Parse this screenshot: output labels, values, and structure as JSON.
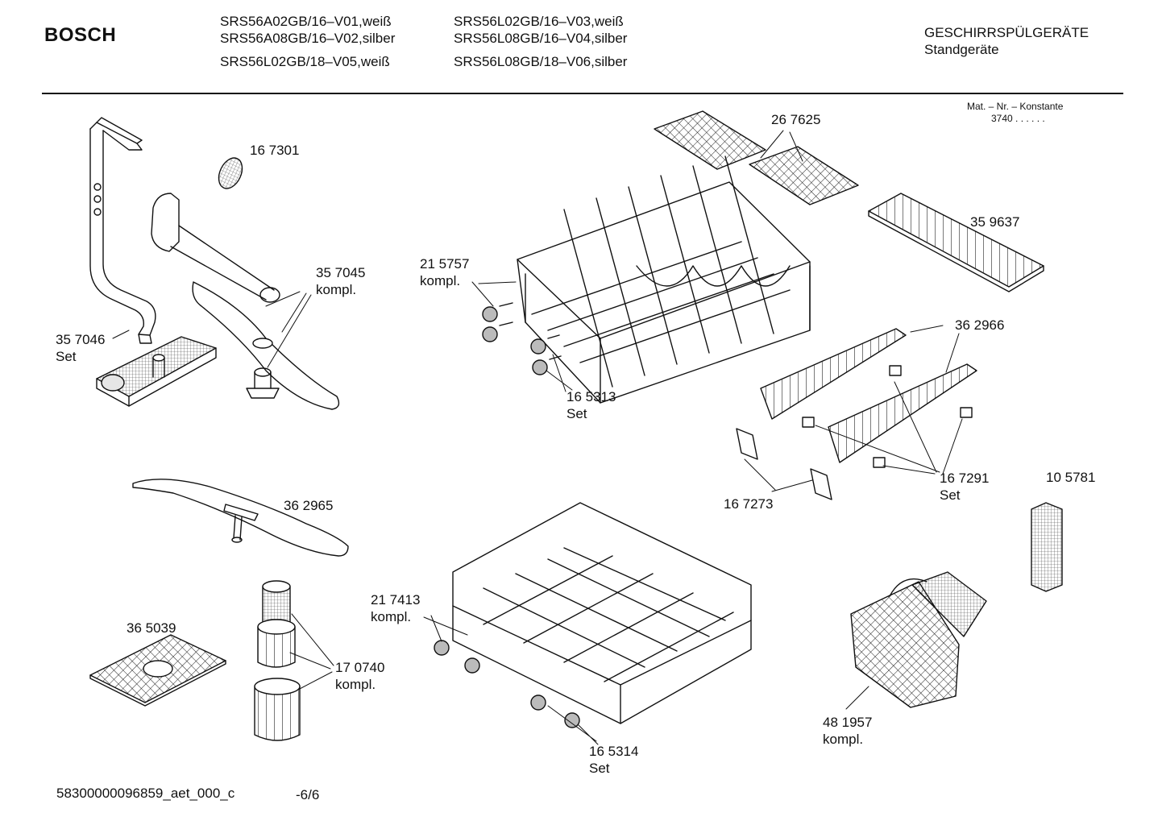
{
  "header": {
    "brand": "BOSCH",
    "models": [
      "SRS56A02GB/16–V01,weiß",
      "SRS56A08GB/16–V02,silber",
      "SRS56L02GB/18–V05,weiß",
      "SRS56L02GB/16–V03,weiß",
      "SRS56L08GB/16–V04,silber",
      "SRS56L08GB/18–V06,silber"
    ],
    "category": "GESCHIRRSPÜLGERÄTE",
    "subcategory": "Standgeräte"
  },
  "material_note": {
    "line1": "Mat. – Nr. – Konstante",
    "line2": "3740  .  .  .  .  .  ."
  },
  "parts": [
    {
      "number": "16 7301",
      "suffix": ""
    },
    {
      "number": "35 7045",
      "suffix": "kompl."
    },
    {
      "number": "35 7046",
      "suffix": "Set"
    },
    {
      "number": "26 7625",
      "suffix": ""
    },
    {
      "number": "35 9637",
      "suffix": ""
    },
    {
      "number": "21 5757",
      "suffix": "kompl."
    },
    {
      "number": "16 5313",
      "suffix": "Set"
    },
    {
      "number": "36 2966",
      "suffix": ""
    },
    {
      "number": "16 7291",
      "suffix": "Set"
    },
    {
      "number": "16 7273",
      "suffix": ""
    },
    {
      "number": "10 5781",
      "suffix": ""
    },
    {
      "number": "36 2965",
      "suffix": ""
    },
    {
      "number": "36 5039",
      "suffix": ""
    },
    {
      "number": "17 0740",
      "suffix": "kompl."
    },
    {
      "number": "21 7413",
      "suffix": "kompl."
    },
    {
      "number": "16 5314",
      "suffix": "Set"
    },
    {
      "number": "48 1957",
      "suffix": "kompl."
    }
  ],
  "footer": {
    "document_id": "58300000096859_aet_000_c",
    "page": "-6/6"
  }
}
